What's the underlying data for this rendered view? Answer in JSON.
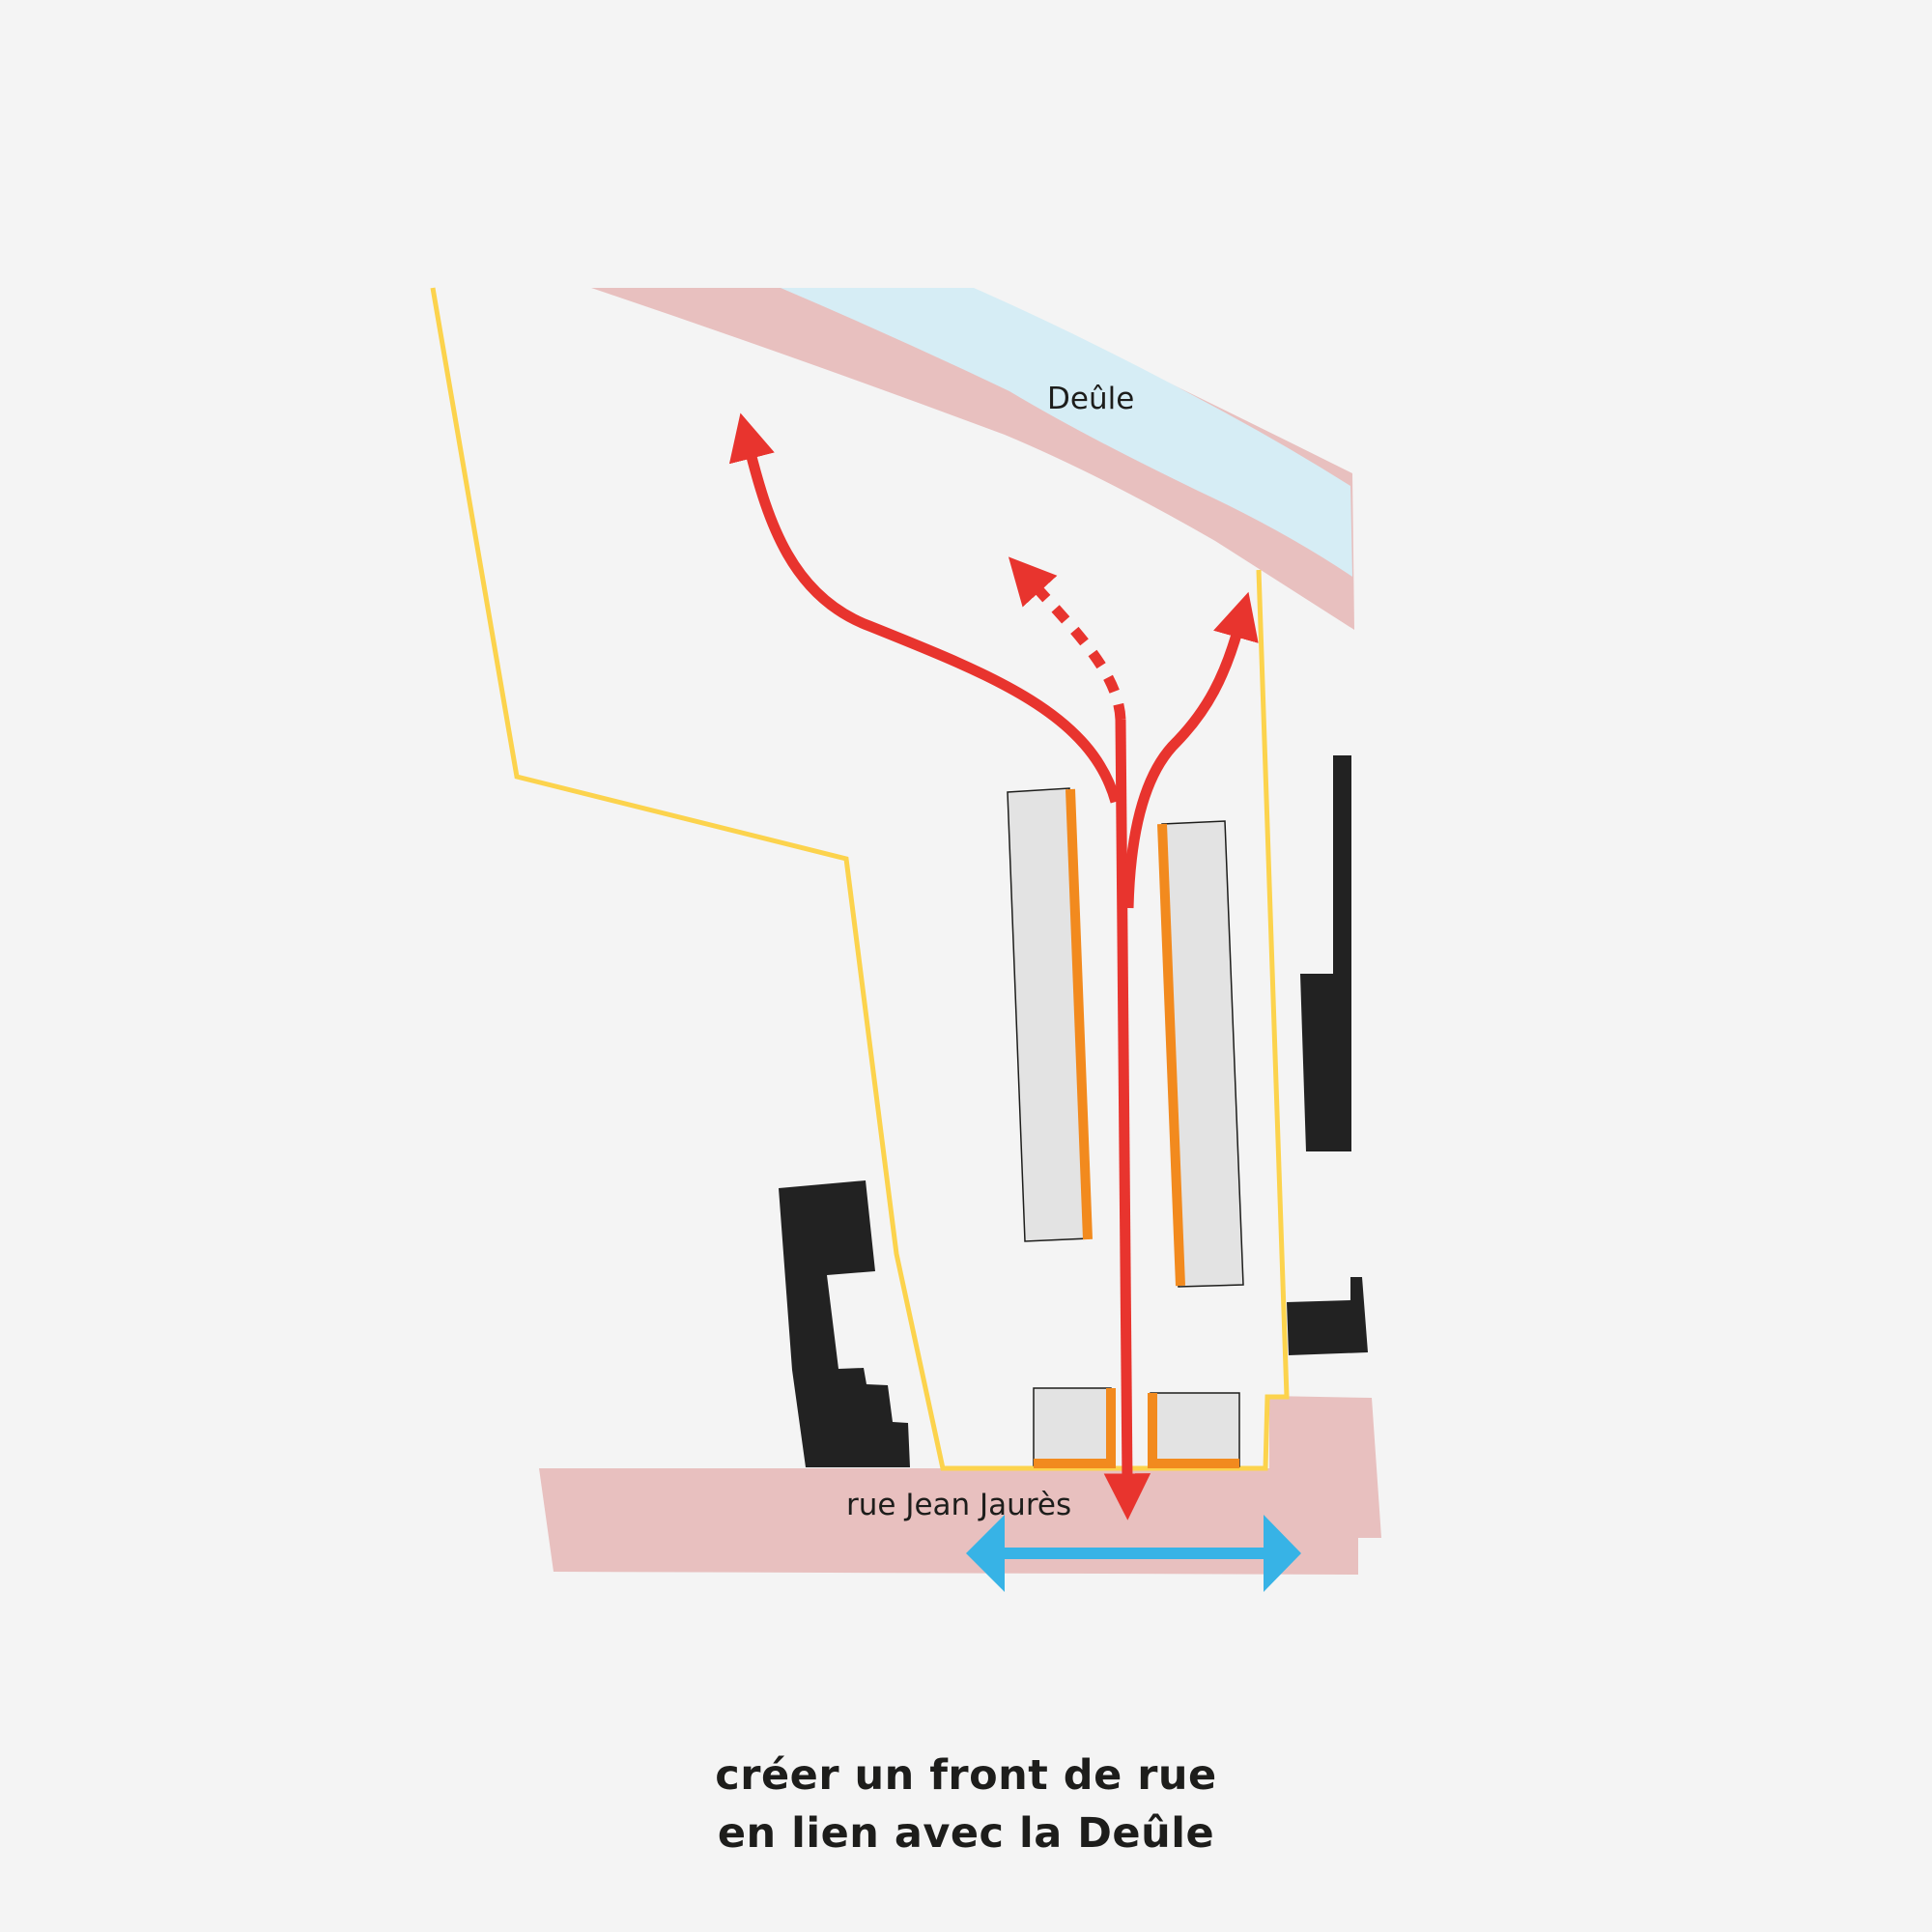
{
  "labels": {
    "river": "Deûle",
    "street": "rue Jean Jaurès"
  },
  "caption": {
    "line1": "créer un front de rue",
    "line2": "en lien avec la Deûle"
  },
  "colors": {
    "background": "#f4f4f4",
    "water": "#d6edf5",
    "embankment_and_street": "#e8c0bf",
    "site_boundary": "#fcd34d",
    "existing_buildings": "#222222",
    "new_buildings": "#e3e3e3",
    "active_facades": "#f28a1e",
    "pedestrian_flows": "#e8342e",
    "street_front_arrow": "#37b3e6",
    "text": "#1d1d1b"
  },
  "legend_semantics": {
    "flow-arrows": "red-arrow-icon",
    "street-arrow": "blue-double-arrow-icon"
  }
}
